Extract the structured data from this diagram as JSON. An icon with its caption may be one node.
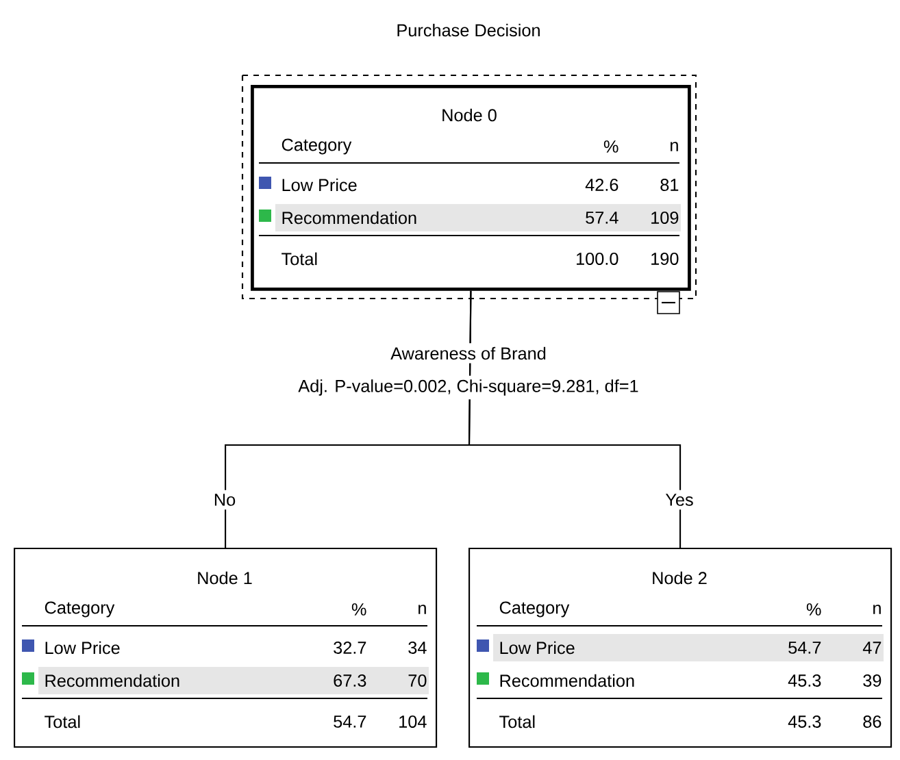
{
  "diagram": {
    "title": "Purchase Decision",
    "nodes": [
      {
        "text": [
          "Node 0",
          "Category",
          "%",
          "n",
          "Low Price",
          "42.6",
          "81",
          "Recommendation",
          "57.4",
          "109",
          "Total",
          "100.0",
          "190"
        ]
      },
      {
        "text": [
          "Node 1",
          "Category",
          "%",
          "n",
          "Low Price",
          "32.7",
          "34",
          "Recommendation",
          "67.3",
          "70",
          "Total",
          "54.7",
          "104"
        ]
      },
      {
        "text": [
          "Node 2",
          "Category",
          "%",
          "n",
          "Low Price",
          "54.7",
          "47",
          "Recommendation",
          "45.3",
          "39",
          "Total",
          "45.3",
          "86"
        ]
      }
    ],
    "edges": [
      {
        "from": 0,
        "to": 1,
        "arrow": "none",
        "label": "No"
      },
      {
        "from": 0,
        "to": 2,
        "arrow": "none",
        "label": "Yes"
      }
    ],
    "labels": [
      "Awareness of Brand",
      "Adj. P-value=0.002, Chi-square=9.281, df=1"
    ]
  }
}
